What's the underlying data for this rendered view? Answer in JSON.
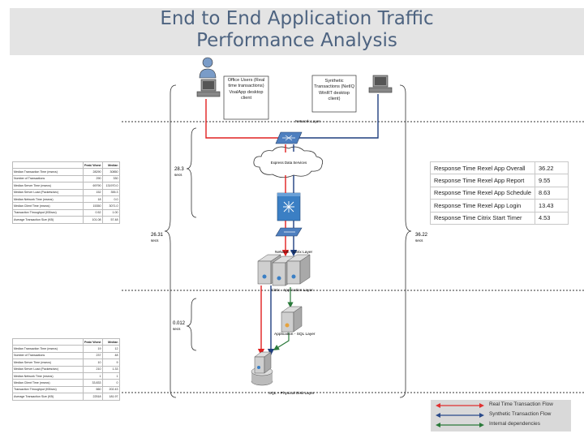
{
  "title": {
    "line1": "End to End Application Traffic",
    "line2": "Performance Analysis"
  },
  "clients": {
    "office": {
      "label": "Office Users (Real time transactions) VoalApp desktop client"
    },
    "synthetic": {
      "label": "Synthetic Transactions (NetIQ WinRT desktop client)"
    }
  },
  "nodes": {
    "cloud": "Express Data Services"
  },
  "layers": {
    "network": "Network Layer",
    "network_citrix": "Network - Citrix Layer",
    "citrix_app": "Citrix - Application Layer",
    "app_sql": "Application - SQL Layer",
    "sql_disk": "SQL – Physical Disk Layer"
  },
  "timings": {
    "t1": {
      "value": "28.3",
      "unit": "secs"
    },
    "t2": {
      "value": "26.31",
      "unit": "secs"
    },
    "t3": {
      "value": "36.22",
      "unit": "secs"
    },
    "t4": {
      "value": "0.012",
      "unit": "secs"
    }
  },
  "table_top": {
    "headers": [
      "",
      "Peak/ Worst",
      "Median"
    ],
    "rows": [
      [
        "Median Transaction Time (msecs)",
        "28290",
        "30850"
      ],
      [
        "Number of Transactions",
        "290",
        "330"
      ],
      [
        "Median Server Time (msecs)",
        "69790",
        "131970.0"
      ],
      [
        "Median Server Load (Packets/sec)",
        "152",
        "355.3"
      ],
      [
        "Median Network Time (msecs)",
        "18",
        "0.0"
      ],
      [
        "Median Client Time (msecs)",
        "15350",
        "3071.0"
      ],
      [
        "Transaction Throughput (KB/sec)",
        "0.52",
        "1.00"
      ],
      [
        "Average Transaction Size (KB)",
        "101.08",
        "57.48"
      ]
    ]
  },
  "table_bottom": {
    "headers": [
      "",
      "Peak/ Worst",
      "Median"
    ],
    "rows": [
      [
        "Median Transaction Time (msecs)",
        "19",
        "12"
      ],
      [
        "Number of Transactions",
        "237",
        "48"
      ],
      [
        "Median Server Time (msecs)",
        "10",
        "9"
      ],
      [
        "Median Server Load (Packets/sec)",
        "210",
        "1.33"
      ],
      [
        "Median Network Time (msecs)",
        "1",
        "1"
      ],
      [
        "Median Client Time (msecs)",
        "33.833",
        "0"
      ],
      [
        "Transaction Throughput (KB/sec)",
        "660",
        "202.43"
      ],
      [
        "Average Transaction Size (KB)",
        "22518",
        "181.97"
      ]
    ]
  },
  "response_times": [
    {
      "label": "Response Time Rexel App Overall",
      "value": "36.22"
    },
    {
      "label": "Response Time Rexel App Report",
      "value": "9.55"
    },
    {
      "label": "Response Time Rexel App Schedule",
      "value": "8.63"
    },
    {
      "label": "Response Time Rexel App Login",
      "value": "13.43"
    },
    {
      "label": "Response Time Citrix Start Timer",
      "value": "4.53"
    }
  ],
  "legend": [
    {
      "label": "Real Time Transaction Flow",
      "color": "#e03030"
    },
    {
      "label": "Synthetic Transaction Flow",
      "color": "#2a4a8a"
    },
    {
      "label": "Internal dependencies",
      "color": "#2a7a3a"
    }
  ],
  "colors": {
    "real": "#e02020",
    "synthetic": "#1f3f7f",
    "internal": "#2a7a3a",
    "title": "#4d6380"
  }
}
